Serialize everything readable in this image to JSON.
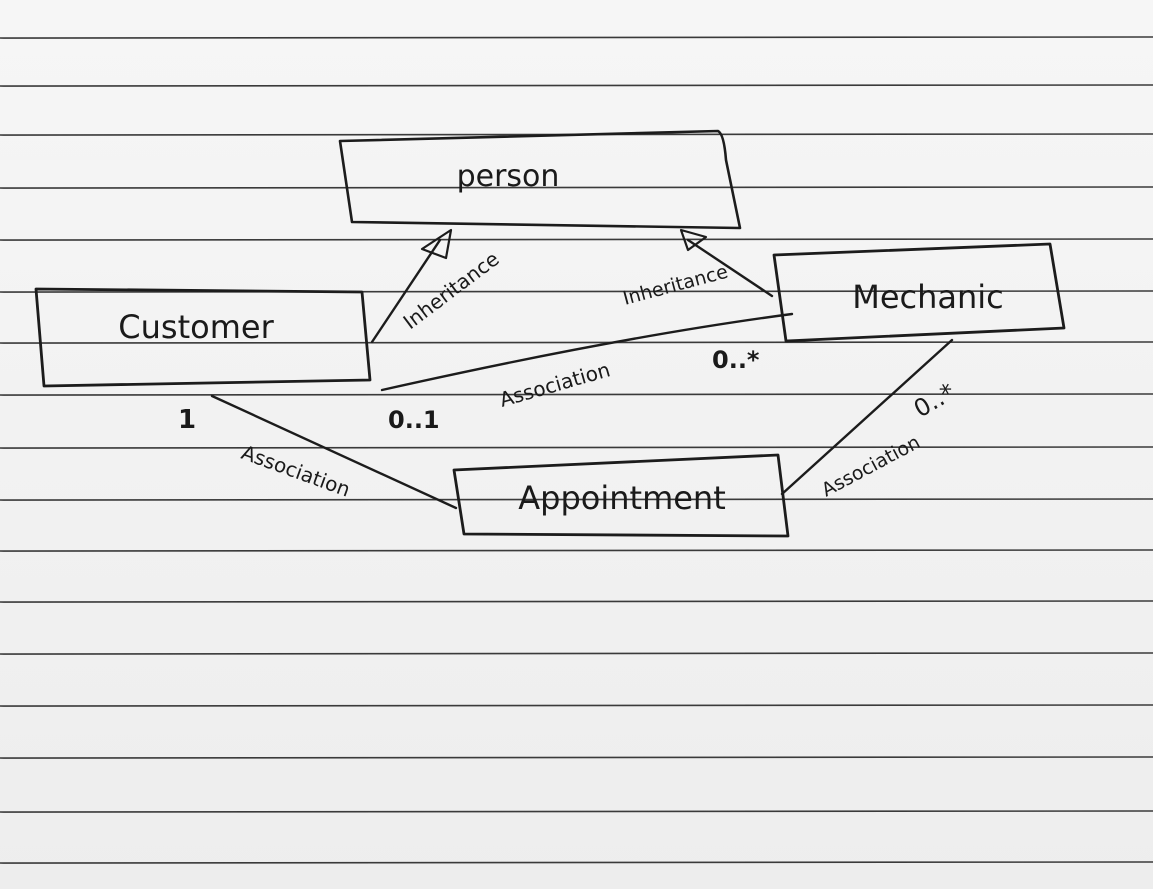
{
  "colors": {
    "paper": "#f3f3f3",
    "rule": "#3a3a3a",
    "ink": "#1c1c1c"
  },
  "classes": {
    "person": "person",
    "customer": "Customer",
    "mechanic": "Mechanic",
    "appointment": "Appointment"
  },
  "relations": {
    "customer_person": "Inheritance",
    "mechanic_person": "Inheritance",
    "customer_mechanic": "Association",
    "customer_appointment": "Association",
    "mechanic_appointment": "Association"
  },
  "multiplicities": {
    "customer_to_mechanic": "0..1",
    "mechanic_from_customer": "0..*",
    "customer_to_appointment": "1",
    "mechanic_to_appointment": "0..*"
  }
}
